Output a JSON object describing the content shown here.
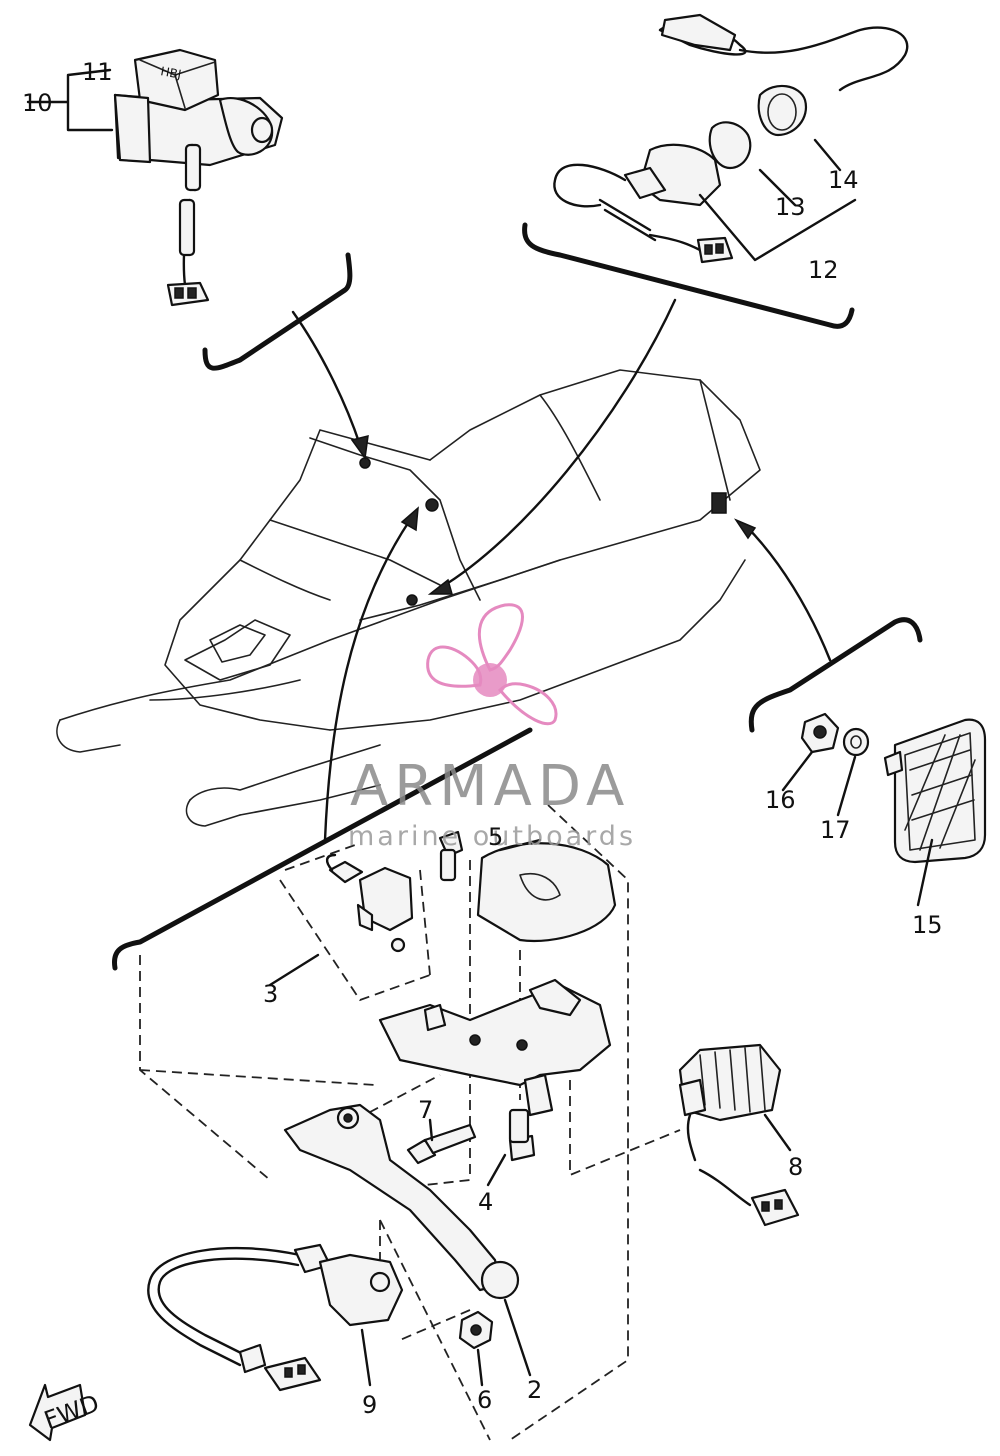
{
  "callouts": [
    {
      "id": "c2",
      "text": "2"
    },
    {
      "id": "c3",
      "text": "3"
    },
    {
      "id": "c4",
      "text": "4"
    },
    {
      "id": "c5",
      "text": "5"
    },
    {
      "id": "c6",
      "text": "6"
    },
    {
      "id": "c7",
      "text": "7"
    },
    {
      "id": "c8",
      "text": "8"
    },
    {
      "id": "c9",
      "text": "9"
    },
    {
      "id": "c10",
      "text": "10"
    },
    {
      "id": "c11",
      "text": "11"
    },
    {
      "id": "c12",
      "text": "12"
    },
    {
      "id": "c13",
      "text": "13"
    },
    {
      "id": "c14",
      "text": "14"
    },
    {
      "id": "c15",
      "text": "15"
    },
    {
      "id": "c16",
      "text": "16"
    },
    {
      "id": "c17",
      "text": "17"
    }
  ],
  "fwd_arrow_label": "FWD",
  "watermark": {
    "title": "ARMADA",
    "subtitle": "marine outboards",
    "accent_color": "#e58ac0"
  }
}
